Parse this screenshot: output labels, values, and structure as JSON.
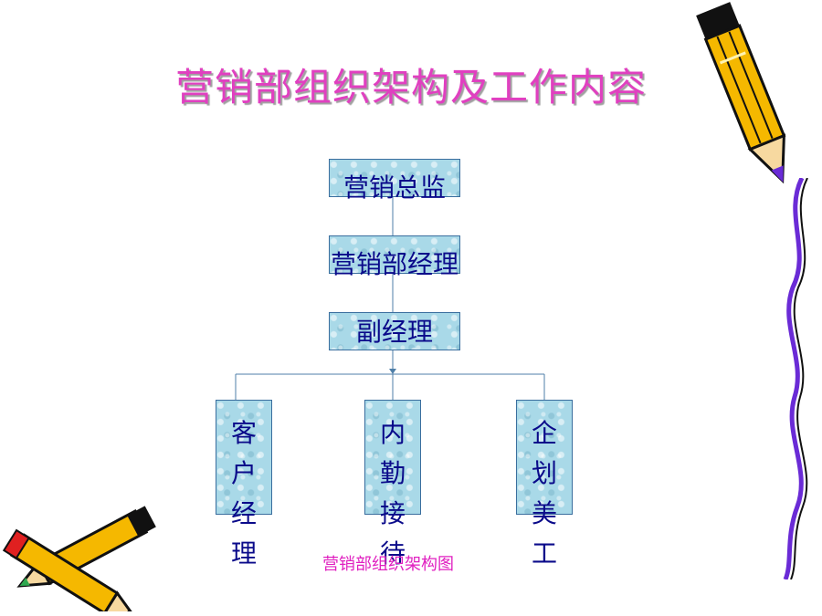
{
  "slide": {
    "title": "营销部组织架构及工作内容",
    "caption": "营销部组织架构图"
  },
  "org_chart": {
    "level1": "营销总监",
    "level2": "营销部经理",
    "level3": "副经理",
    "children": [
      "客户经理",
      "内勤接待",
      "企划美工"
    ]
  },
  "colors": {
    "title": "#e040c0",
    "box_fill": "#a9d9e8",
    "box_text": "#0a0a8a",
    "connector": "#4f7fa8"
  },
  "decor": {
    "right_top": "pencil-icon",
    "bottom_left": "crossed-pencils-icon",
    "right_edge": "wavy-border"
  }
}
